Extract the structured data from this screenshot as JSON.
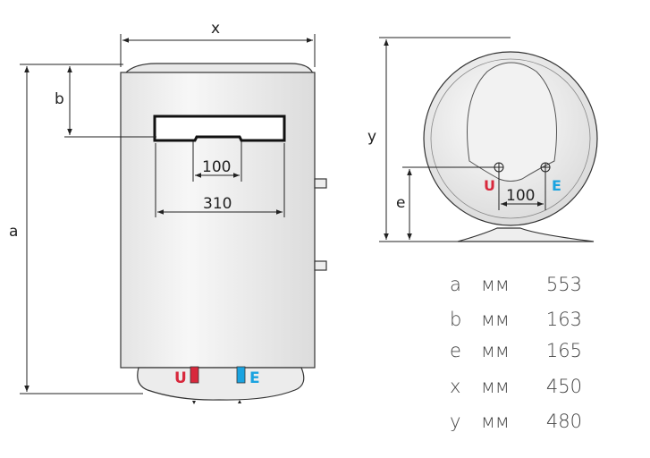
{
  "front_view": {
    "dim_x": "x",
    "dim_a": "a",
    "dim_b": "b",
    "dim_100": "100",
    "dim_310": "310",
    "hot_label": "U",
    "cold_label": "E"
  },
  "side_view": {
    "dim_y": "y",
    "dim_e": "e",
    "dim_100": "100",
    "hot_label": "U",
    "cold_label": "E"
  },
  "colors": {
    "hot": "#d8283c",
    "cold": "#1aa3e0"
  },
  "dimensions_table": [
    {
      "label": "a",
      "unit": "мм",
      "value": "553"
    },
    {
      "label": "b",
      "unit": "мм",
      "value": "163"
    },
    {
      "label": "e",
      "unit": "мм",
      "value": "165"
    },
    {
      "label": "x",
      "unit": "мм",
      "value": "450"
    },
    {
      "label": "y",
      "unit": "мм",
      "value": "480"
    }
  ]
}
